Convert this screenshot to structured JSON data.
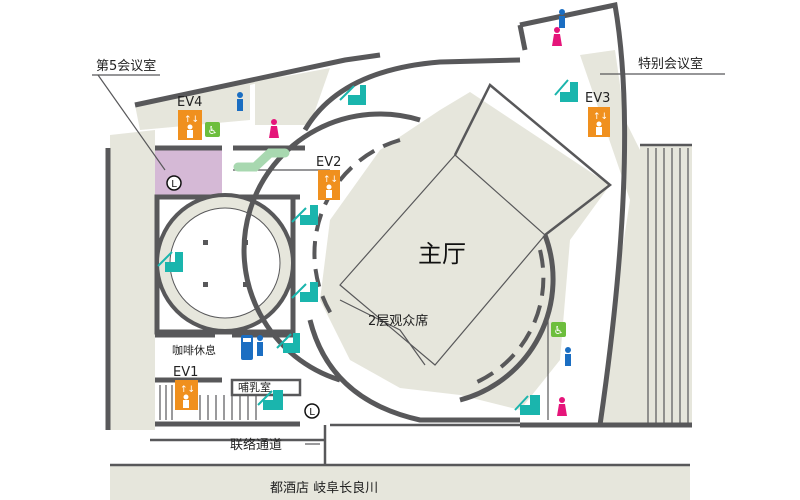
{
  "map": {
    "rooms": {
      "conference_5": "第5会议室",
      "special_conference": "特别会议室",
      "main_hall": "主厅",
      "second_floor_seats": "2层观众席",
      "cafe_rest": "咖啡休息",
      "nursing_room": "哺乳室",
      "connecting_passage": "联络通道",
      "hotel": "都酒店 岐阜长良川"
    },
    "elevators": [
      "EV1",
      "EV2",
      "EV3",
      "EV4"
    ],
    "locker_symbol": "L",
    "colors": {
      "wall": "#58585a",
      "floor_area": "#e6e6dc",
      "conference_room": "#d5b9d6",
      "elevator": "#f0901e",
      "stairs": "#1ab5ad",
      "male_restroom": "#1b6ec2",
      "female_restroom": "#e5157a",
      "accessible": "#6dbe3d",
      "escalator": "#a8d8b0"
    }
  }
}
